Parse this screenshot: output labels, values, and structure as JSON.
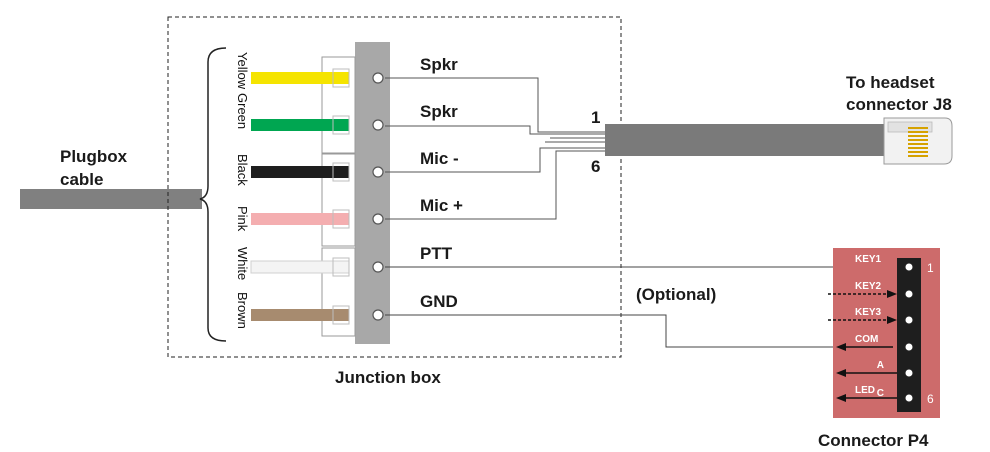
{
  "labels": {
    "plugbox_line1": "Plugbox",
    "plugbox_line2": "cable",
    "junction_box": "Junction box",
    "headset_line1": "To headset",
    "headset_line2": "connector J8",
    "connector_p4": "Connector P4",
    "optional": "(Optional)",
    "pin_1": "1",
    "pin_6": "6"
  },
  "wires": [
    {
      "name": "Yellow",
      "color": "#f5e400",
      "signal": "Spkr"
    },
    {
      "name": "Green",
      "color": "#00a651",
      "signal": "Spkr"
    },
    {
      "name": "Black",
      "color": "#1e1e1e",
      "signal": "Mic -"
    },
    {
      "name": "Pink",
      "color": "#f4aeb0",
      "signal": "Mic +"
    },
    {
      "name": "White",
      "color": "#f4f4f4",
      "signal": "PTT"
    },
    {
      "name": "Brown",
      "color": "#a78b6f",
      "signal": "GND"
    }
  ],
  "connector_p4": {
    "fill": "#cd6b6b",
    "pins": [
      {
        "label": "KEY1",
        "end_label": "1"
      },
      {
        "label": "KEY2",
        "end_label": ""
      },
      {
        "label": "KEY3",
        "end_label": ""
      },
      {
        "label": "COM",
        "end_label": ""
      },
      {
        "label": "A",
        "end_label": ""
      },
      {
        "label": "LED",
        "end_label": "6",
        "sub_label": "C"
      }
    ]
  }
}
